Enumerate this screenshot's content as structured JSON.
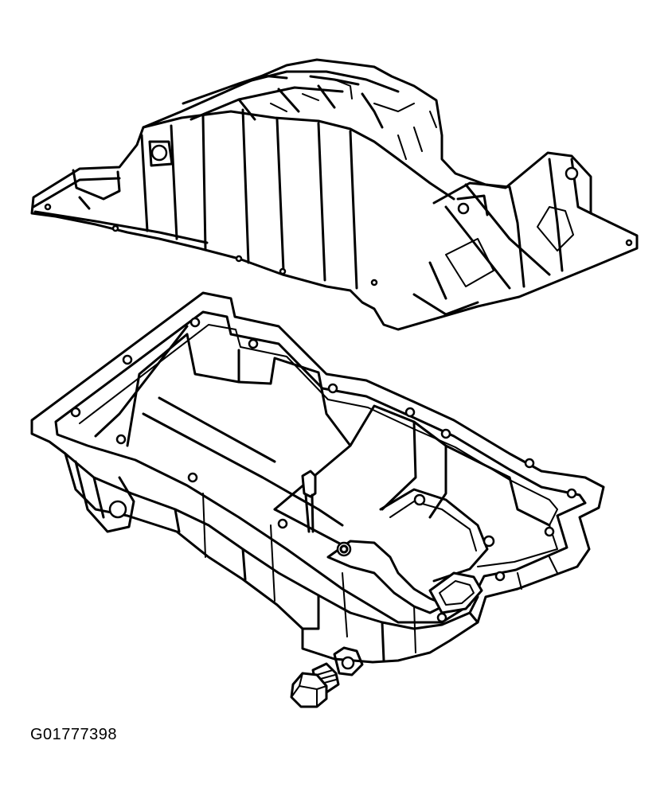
{
  "figure": {
    "id_label": "G01777398"
  },
  "parts": [
    {
      "name": "upper-oil-pan-housing"
    },
    {
      "name": "lower-oil-pan"
    },
    {
      "name": "dipstick-tube"
    },
    {
      "name": "oil-pickup-tube"
    },
    {
      "name": "drain-plug"
    }
  ],
  "colors": {
    "line": "#000000",
    "background": "#ffffff"
  }
}
